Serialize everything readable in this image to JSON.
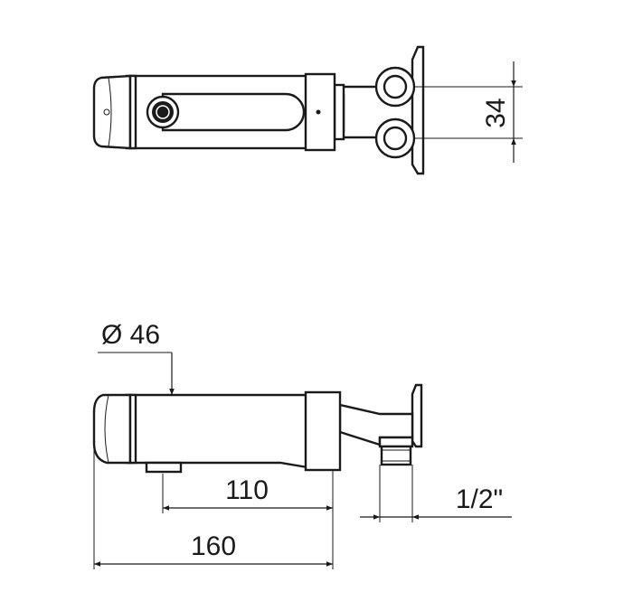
{
  "drawing": {
    "top_view": {
      "dim_port_spacing": "34"
    },
    "side_view": {
      "dim_diameter": "Ø 46",
      "dim_length_110": "110",
      "dim_length_160": "160",
      "dim_thread": "1/2\""
    }
  },
  "colors": {
    "line": "#1a1a1a",
    "background": "#ffffff"
  }
}
